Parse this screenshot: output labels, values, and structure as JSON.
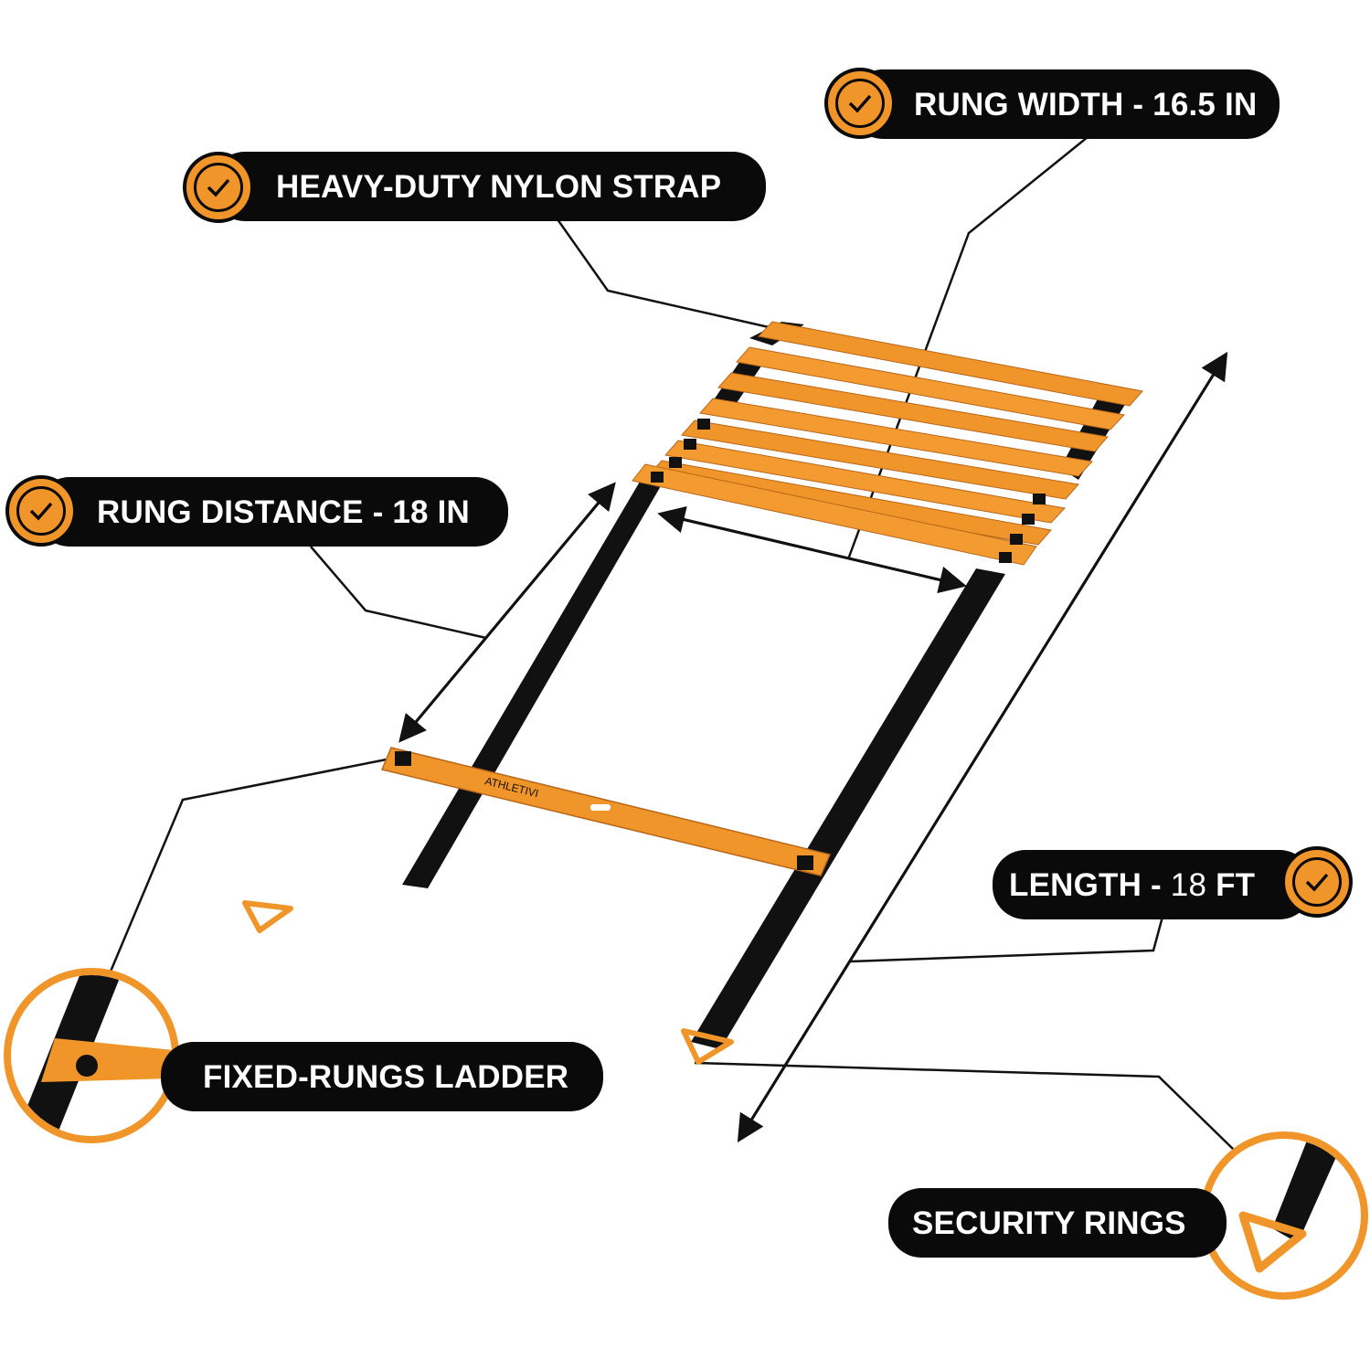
{
  "colors": {
    "accent": "#f0952a",
    "strap": "#111111",
    "label_bg": "#0a0a0a",
    "label_text": "#ffffff"
  },
  "labels": {
    "rung_width": "RUNG WIDTH - 16.5 IN",
    "nylon_strap": "HEAVY-DUTY NYLON STRAP",
    "rung_distance": "RUNG DISTANCE - 18 IN",
    "length_prefix": "LENGTH - ",
    "length_number": "18",
    "length_unit": " FT",
    "fixed_rungs": "FIXED-RUNGS LADDER",
    "security_rings": "SECURITY RINGS"
  },
  "brand_mark": "ATHLETIVI",
  "icons": [
    "check-badge-icon",
    "ladder-illustration",
    "security-ring-icon",
    "fixed-rung-detail"
  ]
}
